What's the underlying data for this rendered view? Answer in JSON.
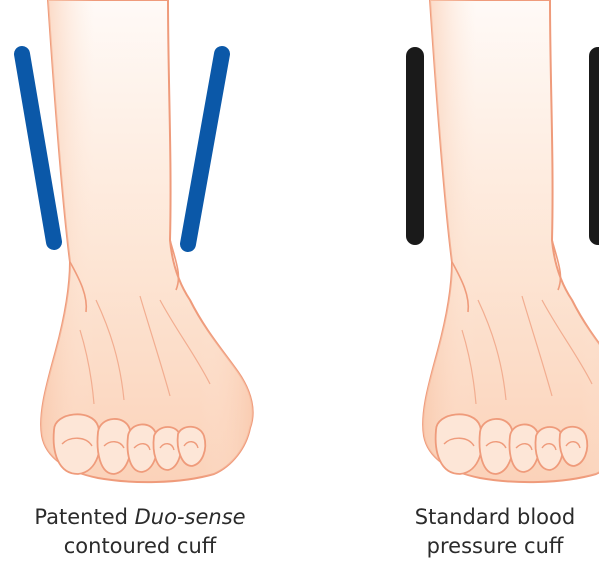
{
  "panels": [
    {
      "caption_prefix": "Patented ",
      "caption_italic": "Duo-sense",
      "caption_line2": "contoured cuff",
      "cuff_color": "#0b58a8"
    },
    {
      "caption_line1": "Standard blood",
      "caption_line2": "pressure cuff",
      "cuff_color": "#1a1a1a"
    }
  ],
  "colors": {
    "skin_light": "#fef6f0",
    "skin_mid": "#fbd9c3",
    "skin_outline": "#ef9b7b"
  }
}
